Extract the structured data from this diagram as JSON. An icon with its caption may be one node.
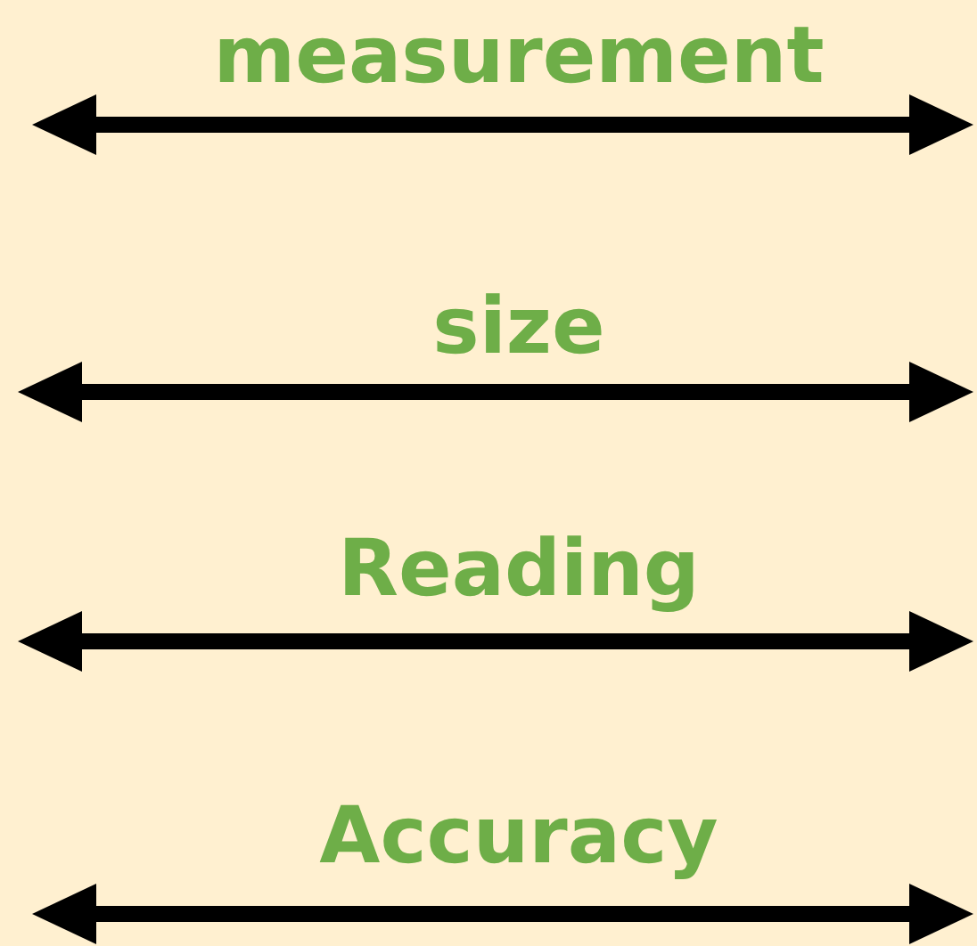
{
  "diagram": {
    "labels": [
      "measurement",
      "size",
      "Reading",
      "Accuracy"
    ]
  }
}
